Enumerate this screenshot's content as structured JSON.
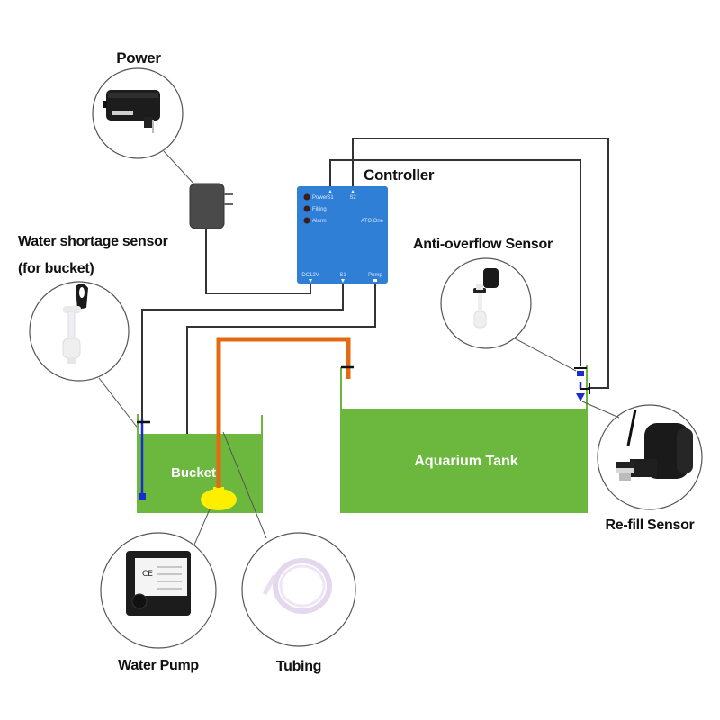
{
  "labels": {
    "power": "Power",
    "controller": "Controller",
    "water_shortage_sensor_line1": "Water shortage sensor",
    "water_shortage_sensor_line2": "(for bucket)",
    "anti_overflow_sensor": "Anti-overflow Sensor",
    "refill_sensor": "Re-fill Sensor",
    "bucket": "Bucket",
    "aquarium_tank": "Aquarium Tank",
    "water_pump": "Water Pump",
    "tubing": "Tubing"
  },
  "controller": {
    "indicators": [
      "Power",
      "Filling",
      "Alarm"
    ],
    "model": "ATO One",
    "top_ports": [
      "S1",
      "S2"
    ],
    "bottom_ports": [
      "DC12V",
      "S1",
      "Pump"
    ]
  },
  "colors": {
    "water": "#6cb83f",
    "controller": "#2f7fd6",
    "tubing": "#e46a12",
    "pump": "#ffee00",
    "sensor": "#1a2bd6",
    "adapter": "#4a4a4a"
  }
}
